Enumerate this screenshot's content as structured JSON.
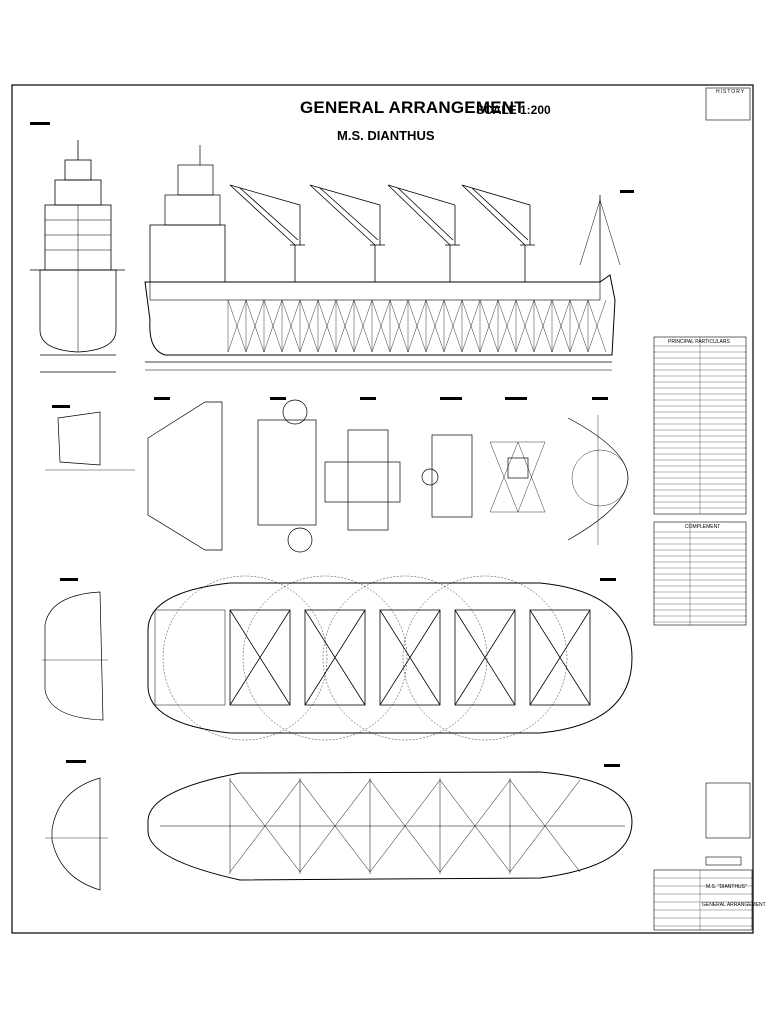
{
  "drawing": {
    "title": "GENERAL ARRANGEMENT",
    "scale": "SCALE 1:200",
    "ship_name": "M.S. DIANTHUS"
  },
  "history_box": {
    "heading": "HISTORY"
  },
  "principal_particulars": {
    "heading": "PRINCIPAL PARTICULARS"
  },
  "complement": {
    "heading": "COMPLEMENT"
  },
  "title_block": {
    "ship_name": "M.S. \"DIANTHUS\"",
    "drawing_title": "GENERAL ARRANGEMENT"
  }
}
